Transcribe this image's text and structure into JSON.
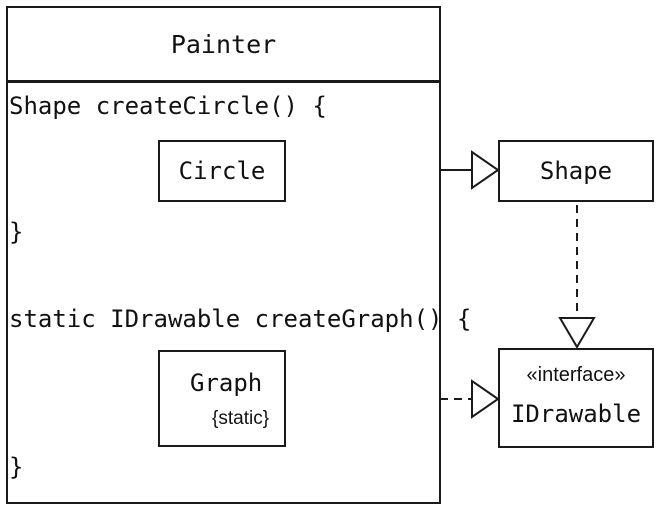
{
  "painter": {
    "title": "Painter",
    "code_line_1": "Shape createCircle() {",
    "code_close_1": "}",
    "code_line_2": "static IDrawable createGraph() {",
    "code_close_2": "}"
  },
  "circle": {
    "label": "Circle"
  },
  "graph": {
    "label": "Graph",
    "modifier": "{static}"
  },
  "shape": {
    "label": "Shape"
  },
  "idrawable": {
    "stereotype": "«interface»",
    "label": "IDrawable"
  },
  "relations": [
    {
      "from": "Circle",
      "to": "Shape",
      "kind": "generalization"
    },
    {
      "from": "Graph",
      "to": "IDrawable",
      "kind": "realization"
    },
    {
      "from": "Shape",
      "to": "IDrawable",
      "kind": "realization"
    }
  ]
}
